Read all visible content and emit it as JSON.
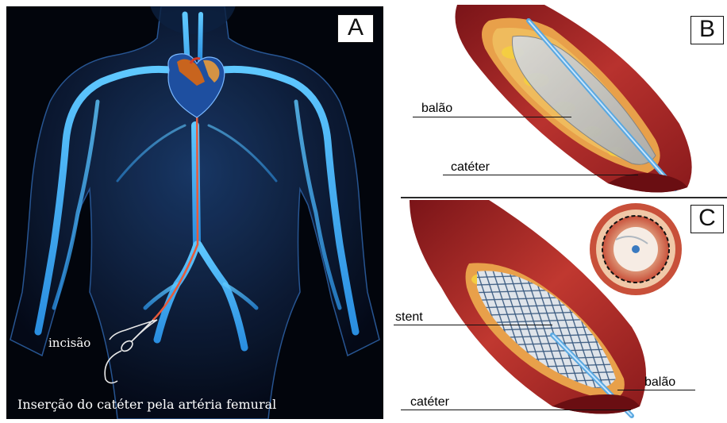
{
  "panels": {
    "a": {
      "letter": "A",
      "incision_label": "incisão",
      "caption": "Inserção do catéter pela artéria femural"
    },
    "b": {
      "letter": "B",
      "balloon_label": "balão",
      "catheter_label": "catéter"
    },
    "c": {
      "letter": "C",
      "stent_label": "stent",
      "balloon_label": "balão",
      "catheter_label": "catéter"
    }
  }
}
